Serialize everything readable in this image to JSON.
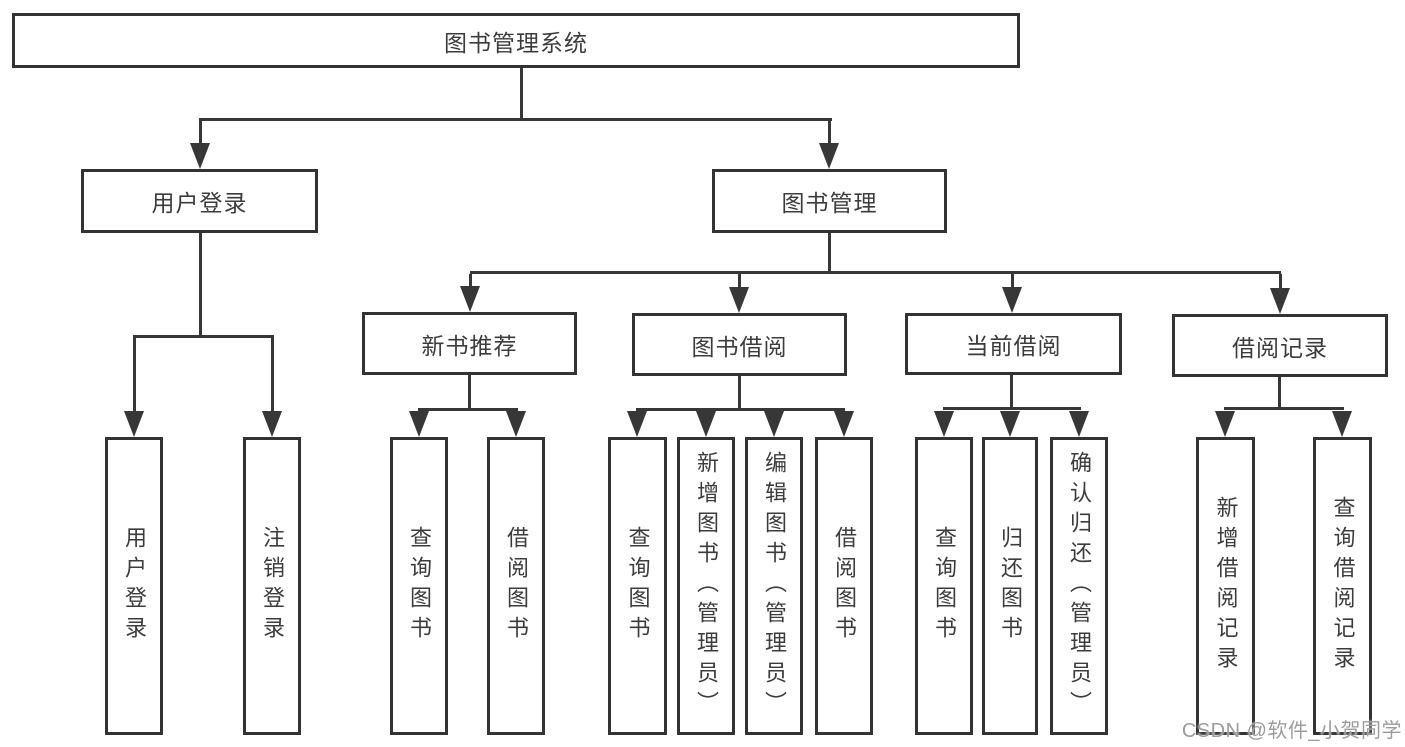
{
  "diagram": {
    "type": "hierarchy-tree",
    "root": {
      "label": "图书管理系统"
    },
    "level2": [
      {
        "label": "用户登录",
        "parent": "图书管理系统"
      },
      {
        "label": "图书管理",
        "parent": "图书管理系统"
      }
    ],
    "level3": [
      {
        "label": "新书推荐",
        "parent": "图书管理"
      },
      {
        "label": "图书借阅",
        "parent": "图书管理"
      },
      {
        "label": "当前借阅",
        "parent": "图书管理"
      },
      {
        "label": "借阅记录",
        "parent": "图书管理"
      }
    ],
    "leaves": [
      {
        "label": "用户登录",
        "parent": "用户登录"
      },
      {
        "label": "注销登录",
        "parent": "用户登录"
      },
      {
        "label": "查询图书",
        "parent": "新书推荐"
      },
      {
        "label": "借阅图书",
        "parent": "新书推荐"
      },
      {
        "label": "查询图书",
        "parent": "图书借阅"
      },
      {
        "label": "新增图书（管理员）",
        "parent": "图书借阅"
      },
      {
        "label": "编辑图书（管理员）",
        "parent": "图书借阅"
      },
      {
        "label": "借阅图书",
        "parent": "图书借阅"
      },
      {
        "label": "查询图书",
        "parent": "当前借阅"
      },
      {
        "label": "归还图书",
        "parent": "当前借阅"
      },
      {
        "label": "确认归还（管理员）",
        "parent": "当前借阅"
      },
      {
        "label": "新增借阅记录",
        "parent": "借阅记录"
      },
      {
        "label": "查询借阅记录",
        "parent": "借阅记录"
      }
    ]
  },
  "watermark": {
    "text": "CSDN @软件_小贺同学"
  },
  "colors": {
    "line": "#373737",
    "box_border": "#333333",
    "text": "#3c3c3c",
    "background": "#ffffff",
    "watermark": "#9c9c9c"
  }
}
